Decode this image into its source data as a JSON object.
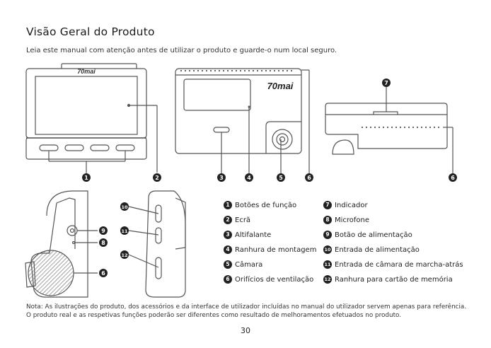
{
  "heading": "Visão Geral do Produto",
  "intro": "Leia este manual com atenção antes de utilizar o produto e guarde-o num local seguro.",
  "brand": "70mai",
  "callouts": {
    "c1": "1",
    "c2": "2",
    "c3": "3",
    "c4": "4",
    "c5": "5",
    "c6": "6",
    "c7": "7",
    "c8": "8",
    "c9": "9",
    "c10": "10",
    "c11": "11",
    "c12": "12"
  },
  "legend_left": [
    {
      "num": "1",
      "text": "Botões de função"
    },
    {
      "num": "2",
      "text": "Ecrã"
    },
    {
      "num": "3",
      "text": "Altifalante"
    },
    {
      "num": "4",
      "text": "Ranhura de montagem"
    },
    {
      "num": "5",
      "text": "Câmara"
    },
    {
      "num": "6",
      "text": "Orifícios de ventilação"
    }
  ],
  "legend_right": [
    {
      "num": "7",
      "text": "Indicador"
    },
    {
      "num": "8",
      "text": "Microfone"
    },
    {
      "num": "9",
      "text": "Botão de alimentação"
    },
    {
      "num": "10",
      "text": "Entrada de alimentação"
    },
    {
      "num": "11",
      "text": "Entrada de câmara de marcha-atrás"
    },
    {
      "num": "12",
      "text": "Ranhura para cartão de memória"
    }
  ],
  "note": "Nota: As ilustrações do produto, dos acessórios e da interface de utilizador incluídas no manual do utilizador servem apenas para referência. O produto real e as respetivas funções poderão ser diferentes como resultado de melhoramentos efetuados no produto.",
  "page_number": "30"
}
